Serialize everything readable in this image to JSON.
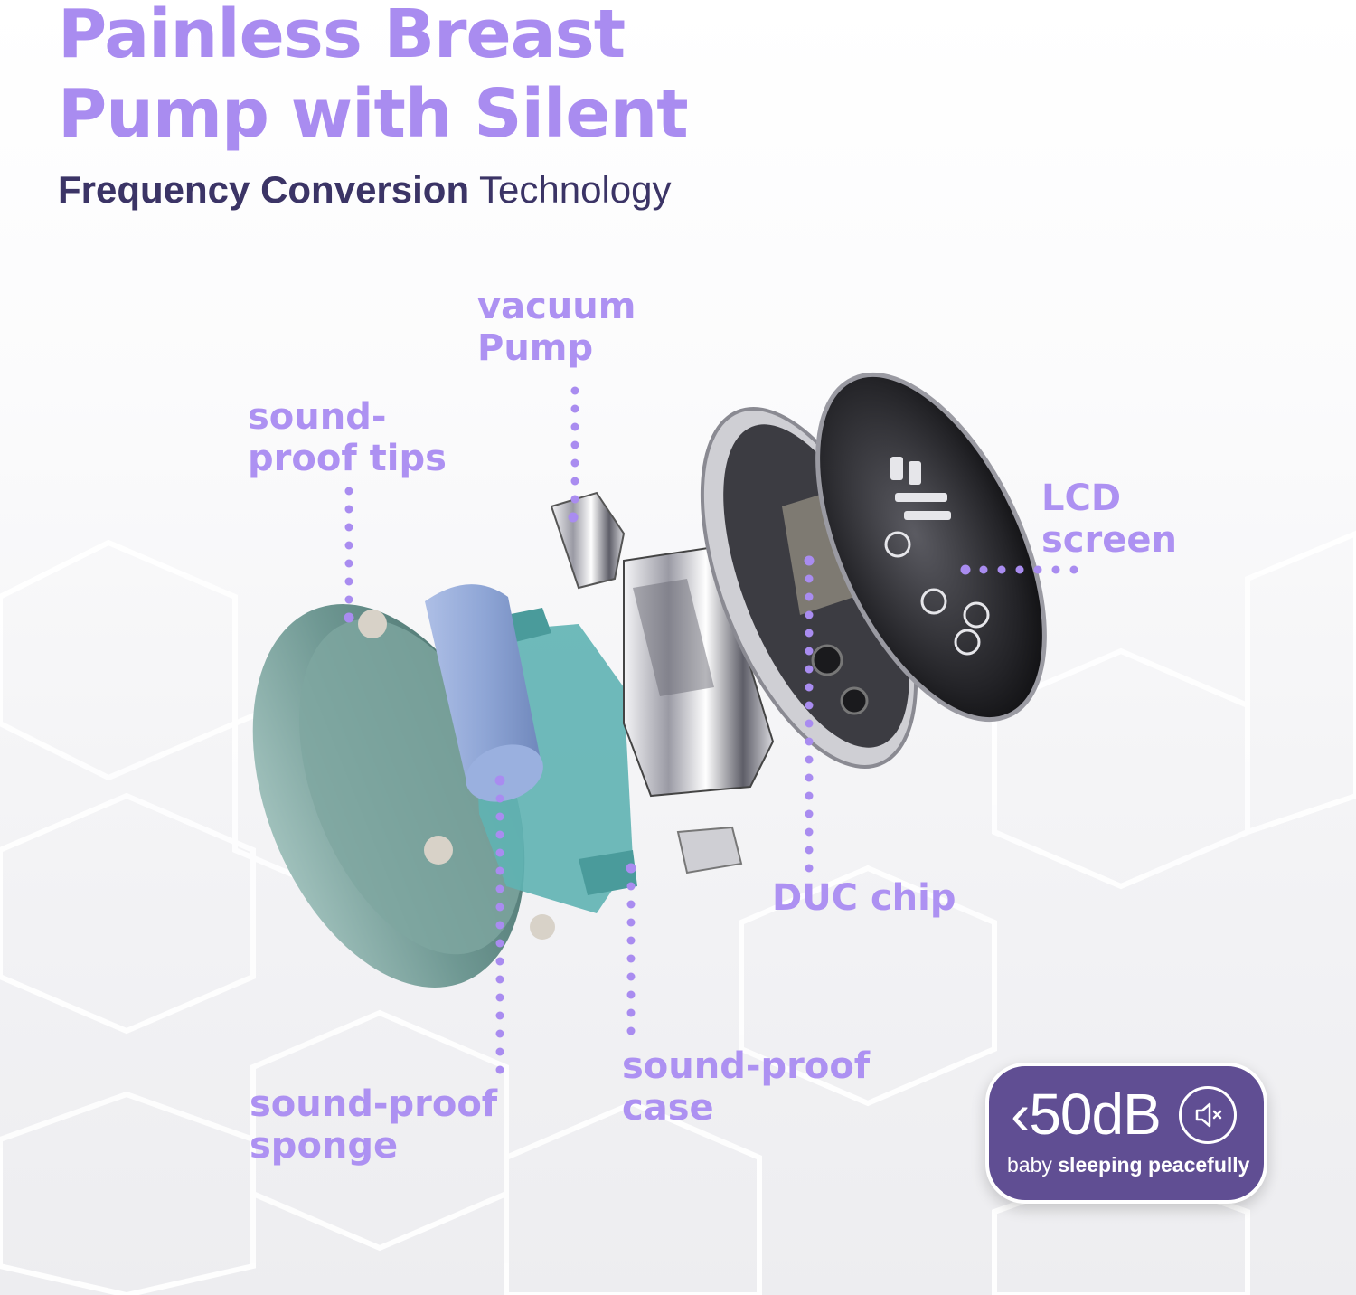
{
  "header": {
    "title_line1": "Painless Breast",
    "title_line2": "Pump with Silent",
    "subtitle_bold": "Frequency Conversion",
    "subtitle_regular": "Technology"
  },
  "labels": {
    "vacuum_pump": "vacuum\nPump",
    "soundproof_tips": "sound-\nproof tips",
    "lcd_screen": "LCD\nscreen",
    "duc_chip": "DUC chip",
    "soundproof_case": "sound-proof\ncase",
    "soundproof_sponge": "sound-proof\nsponge"
  },
  "badge": {
    "value": "‹50dB",
    "caption_prefix": "baby ",
    "caption_bold": "sleeping",
    "caption_suffix": " peacefully",
    "icon": "speaker-mute-icon"
  },
  "colors": {
    "title": "#a98cf0",
    "subtitle": "#3b3466",
    "label": "#ad91f2",
    "leader_dots": "#a98cf0",
    "badge_bg": "#604e93"
  }
}
